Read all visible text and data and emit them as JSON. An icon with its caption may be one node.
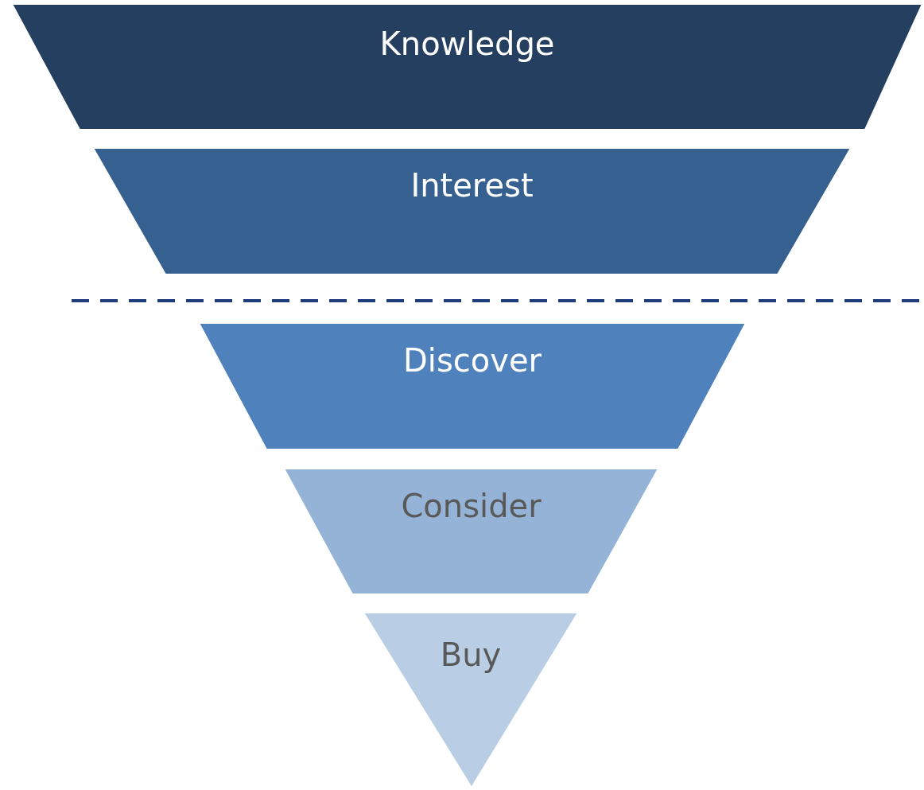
{
  "diagram": {
    "nodes": [
      {
        "text": [
          "Knowledge"
        ]
      },
      {
        "text": [
          "Interest"
        ]
      },
      {
        "text": [
          "Discover"
        ]
      },
      {
        "text": [
          "Consider"
        ]
      },
      {
        "text": [
          "Buy"
        ]
      }
    ]
  }
}
